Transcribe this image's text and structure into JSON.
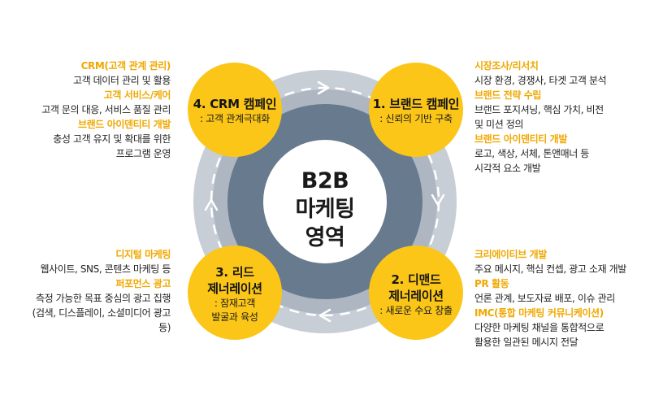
{
  "center": {
    "line1": "B2B",
    "line2": "마케팅",
    "line3": "영역"
  },
  "phases": [
    {
      "title": "1. 브랜드 캠페인",
      "sub": ": 신뢰의 기반 구축"
    },
    {
      "title_l1": "2. 디맨드",
      "title_l2": "제너레이션",
      "sub": ": 새로운 수요 창출"
    },
    {
      "title_l1": "3. 리드",
      "title_l2": "제너레이션",
      "sub_l1": ": 잠재고객",
      "sub_l2": "발굴과 육성"
    },
    {
      "title": "4. CRM 캠페인",
      "sub": ": 고객 관계극대화"
    }
  ],
  "left_top": {
    "h1": "CRM(고객 관계 관리)",
    "d1": "고객 데이터 관리 및 활용",
    "h2": "고객 서비스/케어",
    "d2": "고객 문의 대응, 서비스 품질 관리",
    "h3": "브랜드 아이덴티티 개발",
    "d3a": "충성 고객 유지 및 확대를 위한",
    "d3b": "프로그램 운영"
  },
  "left_bottom": {
    "h1": "디지털 마케팅",
    "d1": "웹사이트, SNS, 콘텐츠 마케팅 등",
    "h2": "퍼포먼스 광고",
    "d2a": "측정 가능한 목표 중심의 광고 집행",
    "d2b": "(검색, 디스플레이, 소셜미디어 광고",
    "d2c": "등)"
  },
  "right_top": {
    "h1": "시장조사/리서치",
    "d1": "시장 환경, 경쟁사, 타겟 고객 분석",
    "h2": "브랜드 전략 수립",
    "d2a": "브랜드 포지셔닝, 핵심 가치, 비전",
    "d2b": "및 미션 정의",
    "h3": "브랜드 아이덴티티 개발",
    "d3a": "로고, 색상, 서체, 톤앤매너 등",
    "d3b": "시각적 요소 개발"
  },
  "right_bottom": {
    "h1": "크리에이티브 개발",
    "d1": "주요 메시지, 핵심 컨셉, 광고 소재 개발",
    "h2": "PR 활동",
    "d2": "언론 관계, 보도자료 배포, 이슈 관리",
    "h3": "IMC(통합 마케팅 커뮤니케이션)",
    "d3a": "다양한 마케팅 채널을 통합적으로",
    "d3b": "활용한 일관된 메시지 전달"
  },
  "colors": {
    "accent_yellow": "#fbc618",
    "heading_yellow": "#f0a800",
    "ring_outer": "#c6ccd4",
    "ring_track": "#aab3bf",
    "ring_inner": "#687a8d"
  }
}
